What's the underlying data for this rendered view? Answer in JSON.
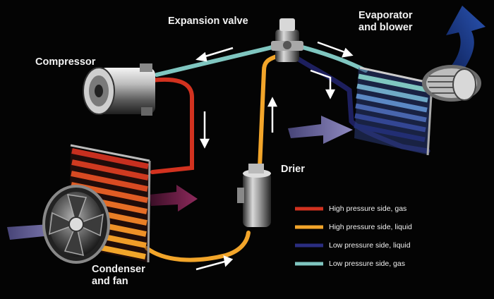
{
  "labels": {
    "expansion_valve": "Expansion valve",
    "evaporator": [
      "Evaporator",
      "and blower"
    ],
    "compressor": "Compressor",
    "drier": "Drier",
    "condenser": [
      "Condenser",
      "and fan"
    ]
  },
  "legend": [
    {
      "text": "High pressure side, gas",
      "color": "#d2321f"
    },
    {
      "text": "High pressure side, liquid",
      "color": "#f2a52a"
    },
    {
      "text": "Low pressure side, liquid",
      "color": "#1d1f5e"
    },
    {
      "text": "Low pressure side, gas",
      "color": "#7fc6c0"
    }
  ],
  "colors": {
    "background": "#040404",
    "high_gas": "#d2321f",
    "high_liquid": "#f2a52a",
    "low_liquid": "#1d1f5e",
    "low_gas": "#7fc6c0",
    "airflow": "#6e6a9e",
    "exhaust": "#1c3f8f",
    "hot_air": "#7a1e4a"
  }
}
